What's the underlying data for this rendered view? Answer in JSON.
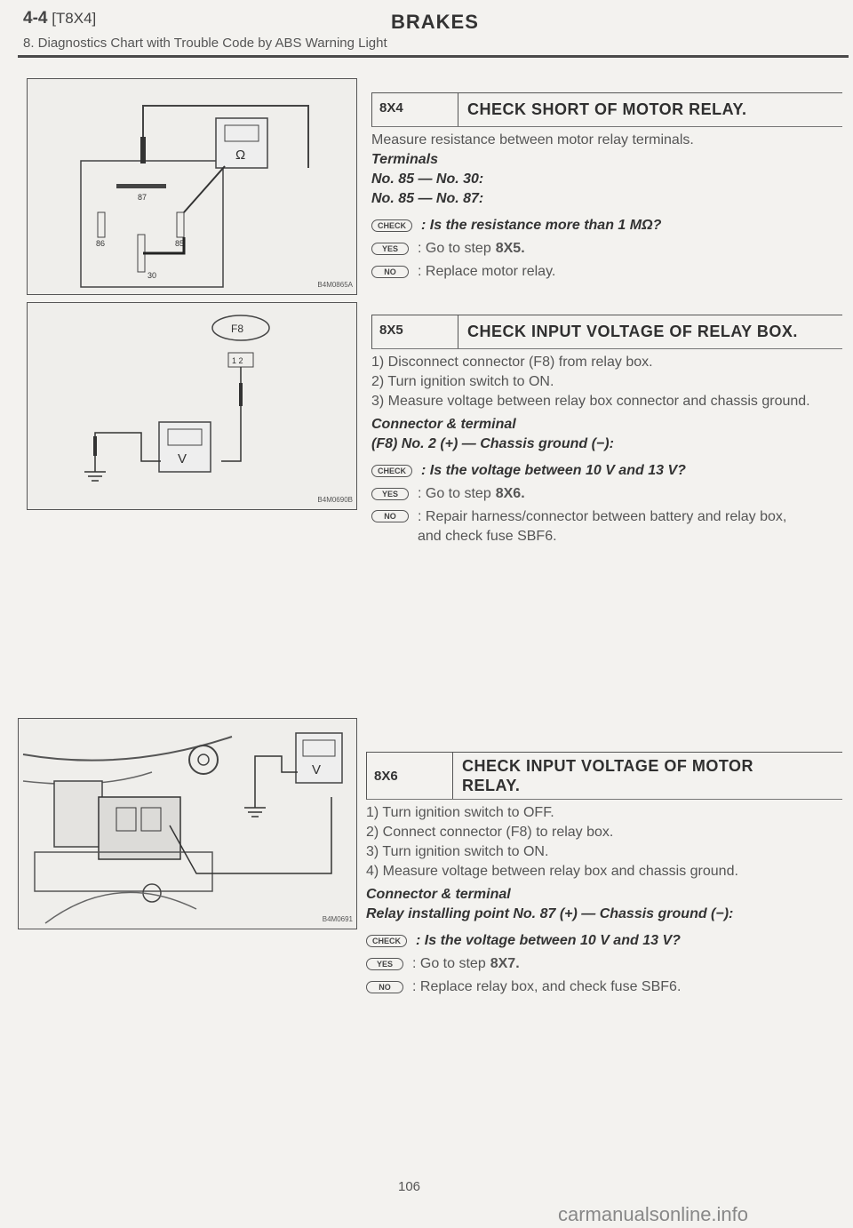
{
  "header": {
    "page_code": "4-4",
    "section_tag": "[T8X4]",
    "title": "BRAKES",
    "subtitle": "8. Diagnostics Chart with Trouble Code by ABS Warning Light"
  },
  "figures": {
    "fig1": {
      "code": "B4M0865A",
      "labels": [
        "87",
        "86",
        "85",
        "30",
        "Ω"
      ]
    },
    "fig2": {
      "code": "B4M0690B",
      "connector": "F8",
      "pins": [
        "1",
        "2"
      ],
      "meter": "V"
    },
    "fig3": {
      "code": "B4M0691",
      "meter": "V"
    }
  },
  "steps": [
    {
      "id": "8X4",
      "title": "CHECK SHORT OF MOTOR RELAY.",
      "intro": "Measure resistance between motor relay terminals.",
      "spec_heading": "Terminals",
      "spec_lines": [
        "No. 85 — No. 30:",
        "No. 85 — No. 87:"
      ],
      "check": {
        "label": "CHECK",
        "text": ": Is the resistance more than 1 MΩ?"
      },
      "yes": {
        "label": "YES",
        "text": ": Go to step",
        "target": "8X5."
      },
      "no": {
        "label": "NO",
        "text": ": Replace motor relay."
      }
    },
    {
      "id": "8X5",
      "title": "CHECK INPUT VOLTAGE OF RELAY BOX.",
      "procedure": [
        "1) Disconnect connector (F8) from relay box.",
        "2) Turn ignition switch to ON.",
        "3) Measure voltage between relay box connector and chassis ground."
      ],
      "spec_heading": "Connector & terminal",
      "spec_lines": [
        "(F8) No. 2 (+) — Chassis ground (−):"
      ],
      "check": {
        "label": "CHECK",
        "text": ": Is the voltage between 10 V and 13 V?"
      },
      "yes": {
        "label": "YES",
        "text": ": Go to step",
        "target": "8X6."
      },
      "no": {
        "label": "NO",
        "text": ": Repair harness/connector between battery and relay box, and check fuse SBF6."
      }
    },
    {
      "id": "8X6",
      "title": "CHECK INPUT VOLTAGE OF MOTOR RELAY.",
      "procedure": [
        "1) Turn ignition switch to OFF.",
        "2) Connect connector (F8) to relay box.",
        "3) Turn ignition switch to ON.",
        "4) Measure voltage between relay box and chassis ground."
      ],
      "spec_heading": "Connector & terminal",
      "spec_lines": [
        "Relay installing point No. 87 (+) — Chassis ground (−):"
      ],
      "check": {
        "label": "CHECK",
        "text": ": Is the voltage between 10 V and 13 V?"
      },
      "yes": {
        "label": "YES",
        "text": ": Go to step",
        "target": "8X7."
      },
      "no": {
        "label": "NO",
        "text": ": Replace relay box, and check fuse SBF6."
      }
    }
  ],
  "footer": {
    "page_number": "106",
    "watermark": "carmanualsonline.info"
  }
}
